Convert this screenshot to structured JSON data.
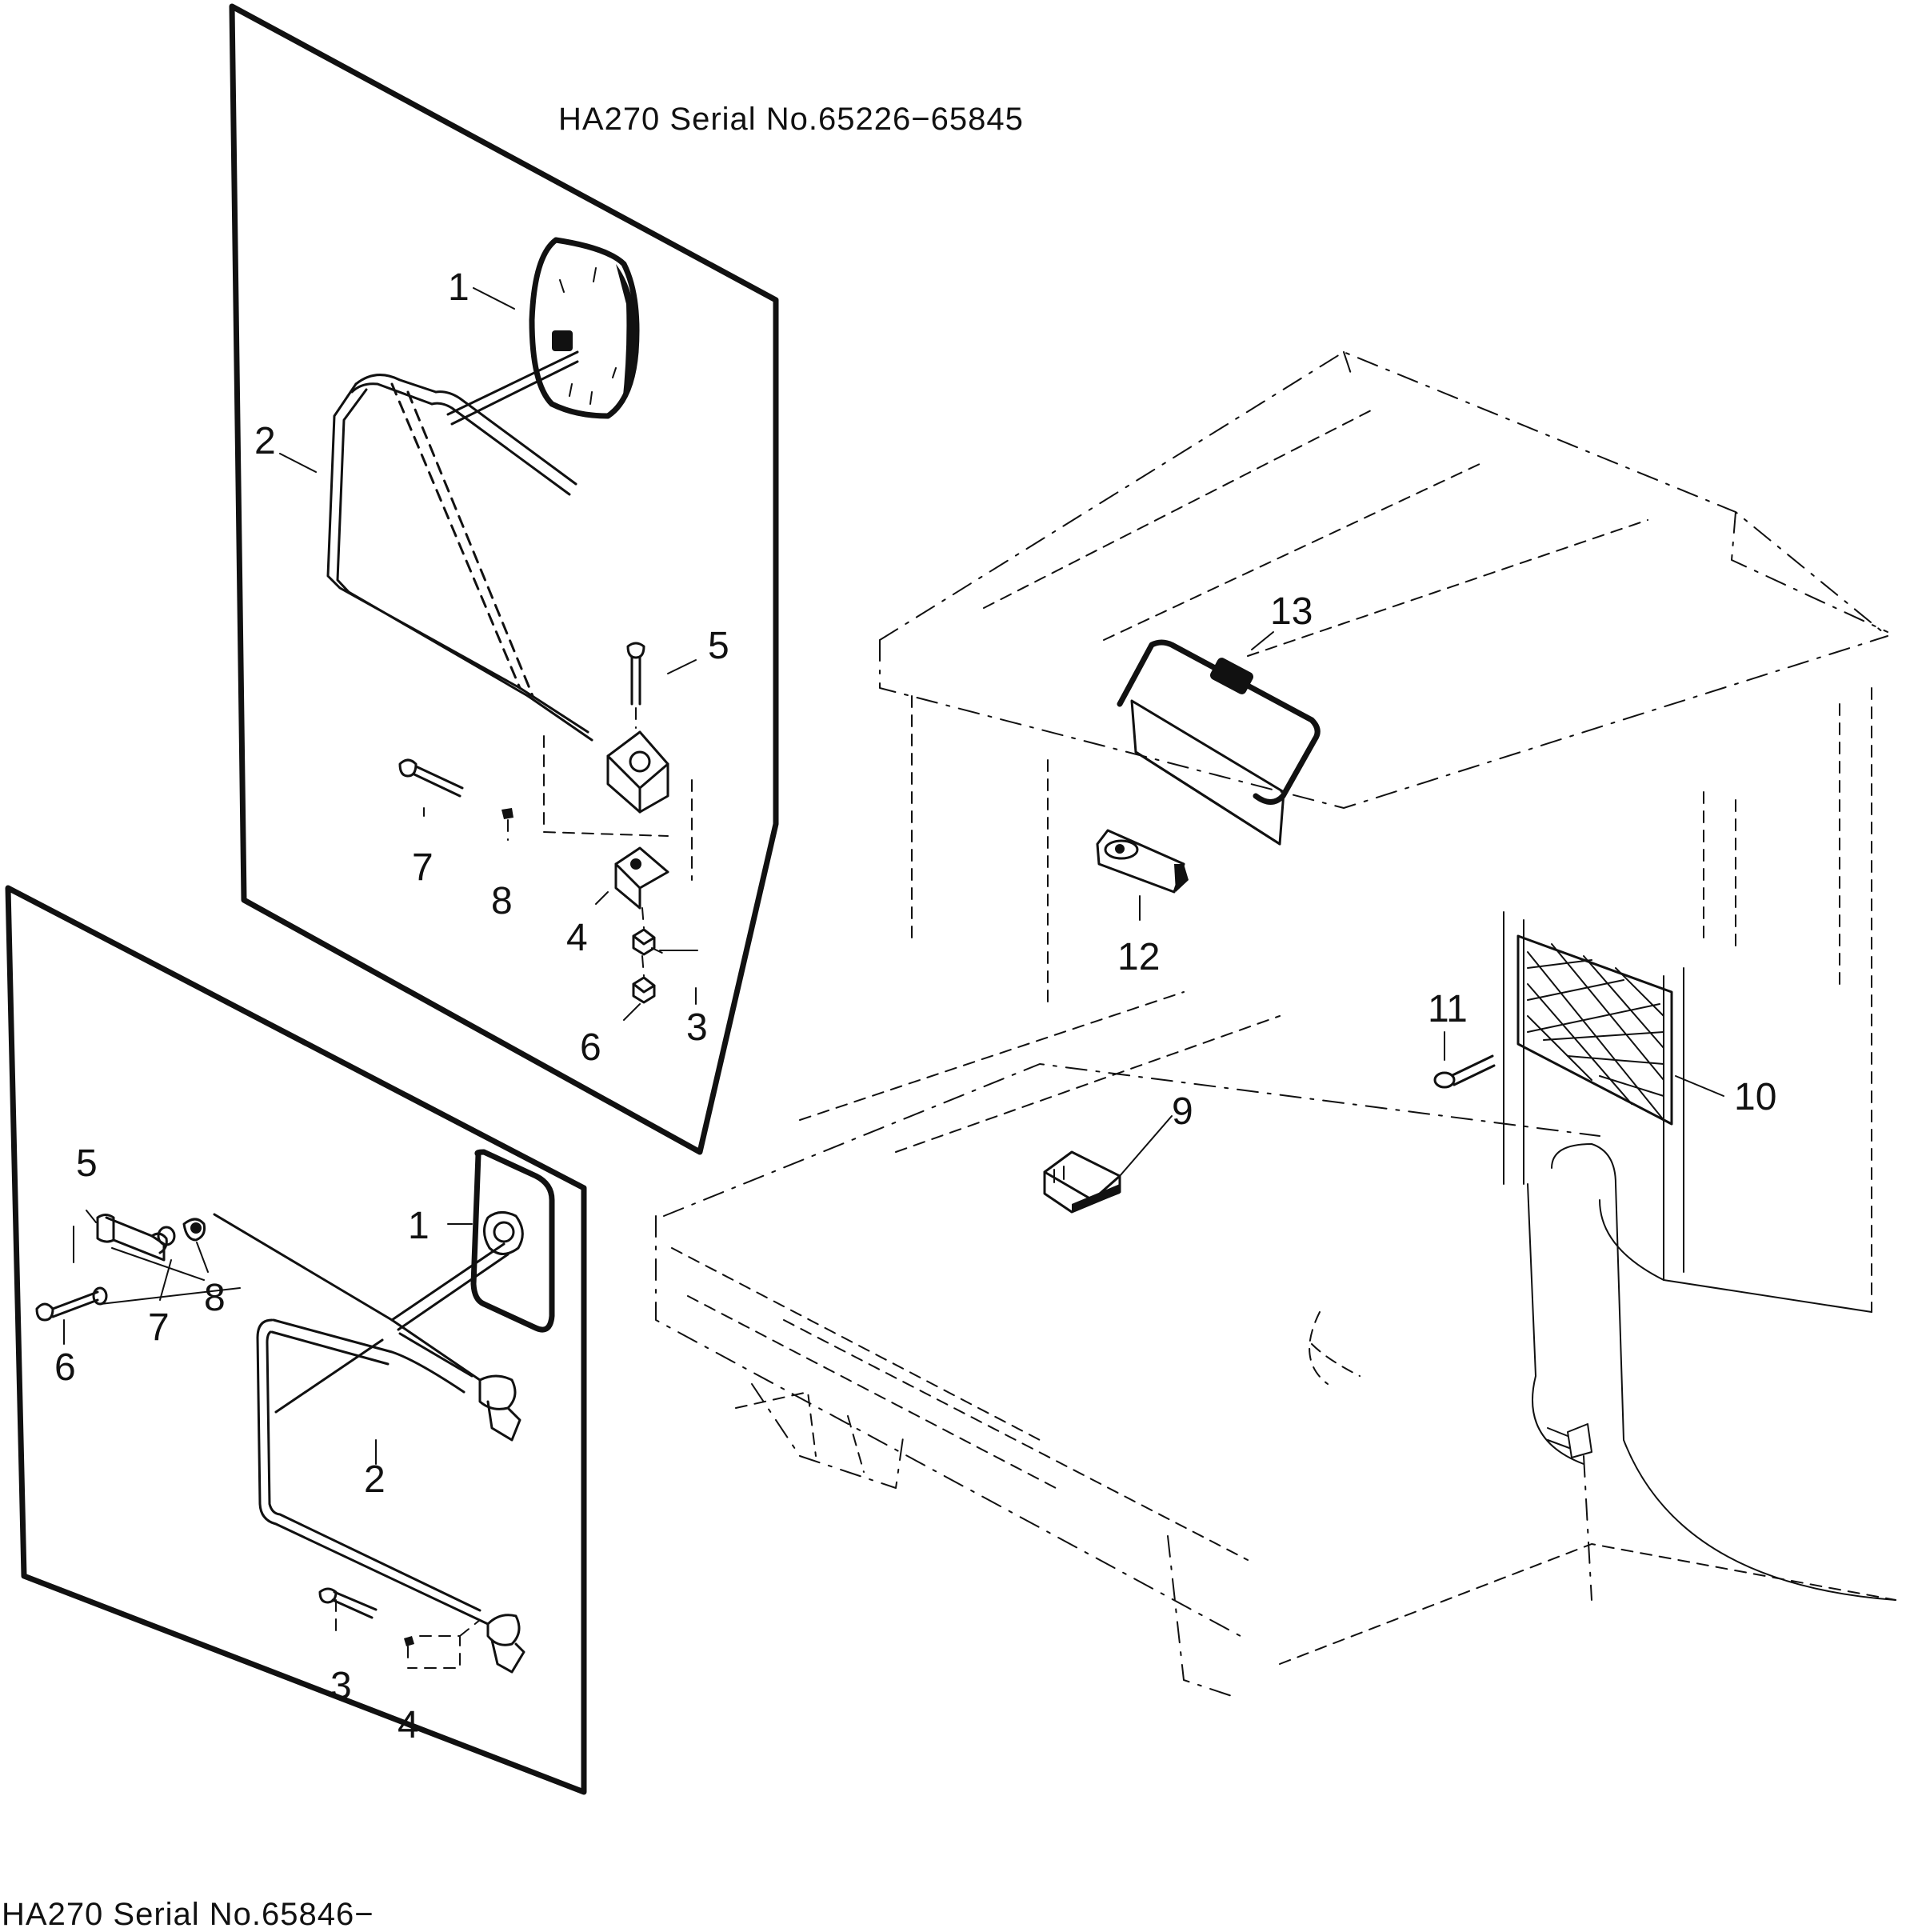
{
  "panels": {
    "upper": {
      "serial_label": "HA270 Serial No.65226−65845"
    },
    "lower": {
      "serial_label": "HA270 Serial No.65846−"
    }
  },
  "callouts": {
    "upper": [
      "1",
      "2",
      "3",
      "4",
      "5",
      "6",
      "7",
      "8"
    ],
    "lower": [
      "1",
      "2",
      "3",
      "4",
      "5",
      "6",
      "7",
      "8"
    ],
    "machine": [
      "9",
      "10",
      "11",
      "12",
      "13"
    ]
  }
}
